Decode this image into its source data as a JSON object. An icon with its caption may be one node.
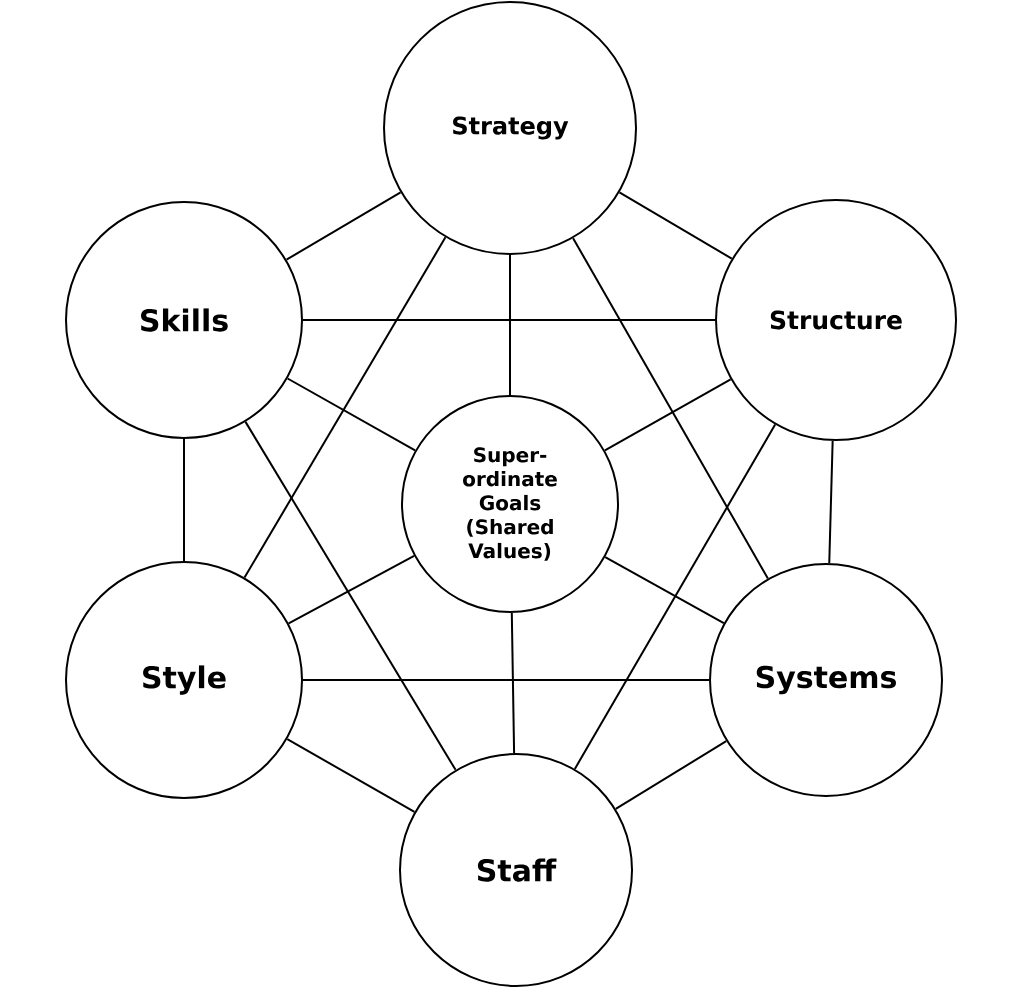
{
  "diagram": {
    "nodes": [
      {
        "text": [
          "Strategy"
        ]
      },
      {
        "text": [
          "Skills"
        ]
      },
      {
        "text": [
          "Structure"
        ]
      },
      {
        "text": [
          "Super-ordinate Goals (Shared Values)"
        ]
      },
      {
        "text": [
          "Style"
        ]
      },
      {
        "text": [
          "Systems"
        ]
      },
      {
        "text": [
          "Staff"
        ]
      }
    ],
    "edges": [
      {
        "from": 0,
        "to": 1,
        "arrow": "none"
      },
      {
        "from": 0,
        "to": 2,
        "arrow": "none"
      },
      {
        "from": 0,
        "to": 3,
        "arrow": "none"
      },
      {
        "from": 0,
        "to": 4,
        "arrow": "none"
      },
      {
        "from": 0,
        "to": 5,
        "arrow": "none"
      },
      {
        "from": 1,
        "to": 2,
        "arrow": "none"
      },
      {
        "from": 1,
        "to": 3,
        "arrow": "none"
      },
      {
        "from": 1,
        "to": 4,
        "arrow": "none"
      },
      {
        "from": 1,
        "to": 6,
        "arrow": "none"
      },
      {
        "from": 2,
        "to": 3,
        "arrow": "none"
      },
      {
        "from": 2,
        "to": 5,
        "arrow": "none"
      },
      {
        "from": 2,
        "to": 6,
        "arrow": "none"
      },
      {
        "from": 3,
        "to": 4,
        "arrow": "none"
      },
      {
        "from": 3,
        "to": 5,
        "arrow": "none"
      },
      {
        "from": 3,
        "to": 6,
        "arrow": "none"
      },
      {
        "from": 4,
        "to": 5,
        "arrow": "none"
      },
      {
        "from": 4,
        "to": 6,
        "arrow": "none"
      },
      {
        "from": 5,
        "to": 6,
        "arrow": "none"
      }
    ]
  }
}
